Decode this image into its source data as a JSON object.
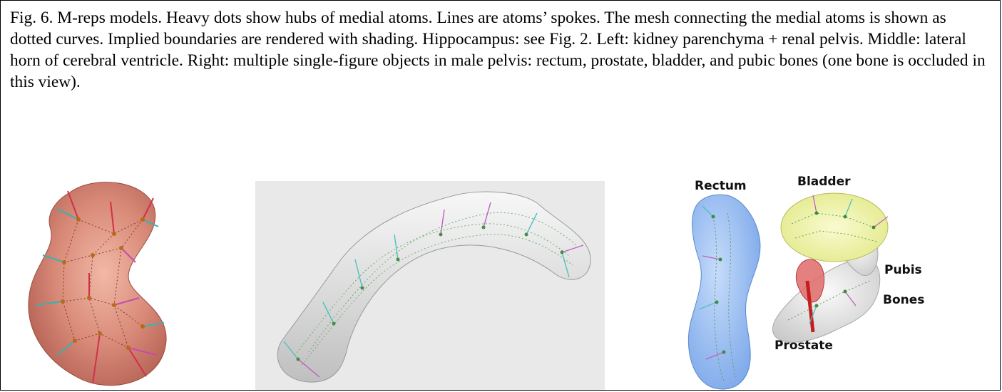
{
  "caption": "Fig. 6. M-reps models. Heavy dots show hubs of medial atoms. Lines are atoms’ spokes. The mesh connecting the medial atoms is shown as dotted curves. Implied boundaries are rendered with shading. Hippocampus: see Fig. 2.  Left: kidney parenchyma + renal pelvis. Middle: lateral horn of cerebral ventricle. Right: multiple single-figure objects in male pelvis: rectum, prostate, bladder, and pubic bones (one bone is occluded in this view).",
  "right_panel": {
    "label_rectum": "Rectum",
    "label_bladder": "Bladder",
    "label_pubis": "Pubis",
    "label_bones": "Bones",
    "label_prostate": "Prostate"
  },
  "colors": {
    "kidney": "#c96f62",
    "ventricle": "#e4e4e4",
    "rectum": "#8fb8f0",
    "bladder": "#eef39a",
    "prostate": "#e06a6a",
    "pubic_bones": "#e8e8e8"
  }
}
